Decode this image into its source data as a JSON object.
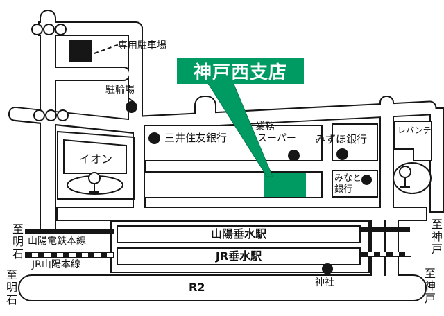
{
  "colors": {
    "green": "#009b62",
    "line": "#161616"
  },
  "branch": {
    "name": "神戸西支店"
  },
  "labels": {
    "private_parking": "専用駐車場",
    "bicycle_parking": "駐輪場",
    "smbc_bank": "三井住友銀行",
    "gyomu_super_line1": "業務",
    "gyomu_super_line2": "スーパー",
    "mizuho_bank": "みずほ銀行",
    "levante": "レバンテ",
    "aeon": "イオン",
    "minato_bank_line1": "みなと",
    "minato_bank_line2": "銀行",
    "shrine": "神社"
  },
  "stations": {
    "sanyo_tarumi": "山陽垂水駅",
    "jr_tarumi": "JR垂水駅"
  },
  "railways": {
    "sanyo_main_line": "山陽電鉄本線",
    "jr_sanyo_main_line": "JR山陽本線"
  },
  "roads": {
    "route2": "R2"
  },
  "directions": {
    "to_akashi_rail": "至明石",
    "to_akashi_road": "至明石",
    "to_kobe_rail": "至神戸",
    "to_kobe_road": "至神戸"
  }
}
